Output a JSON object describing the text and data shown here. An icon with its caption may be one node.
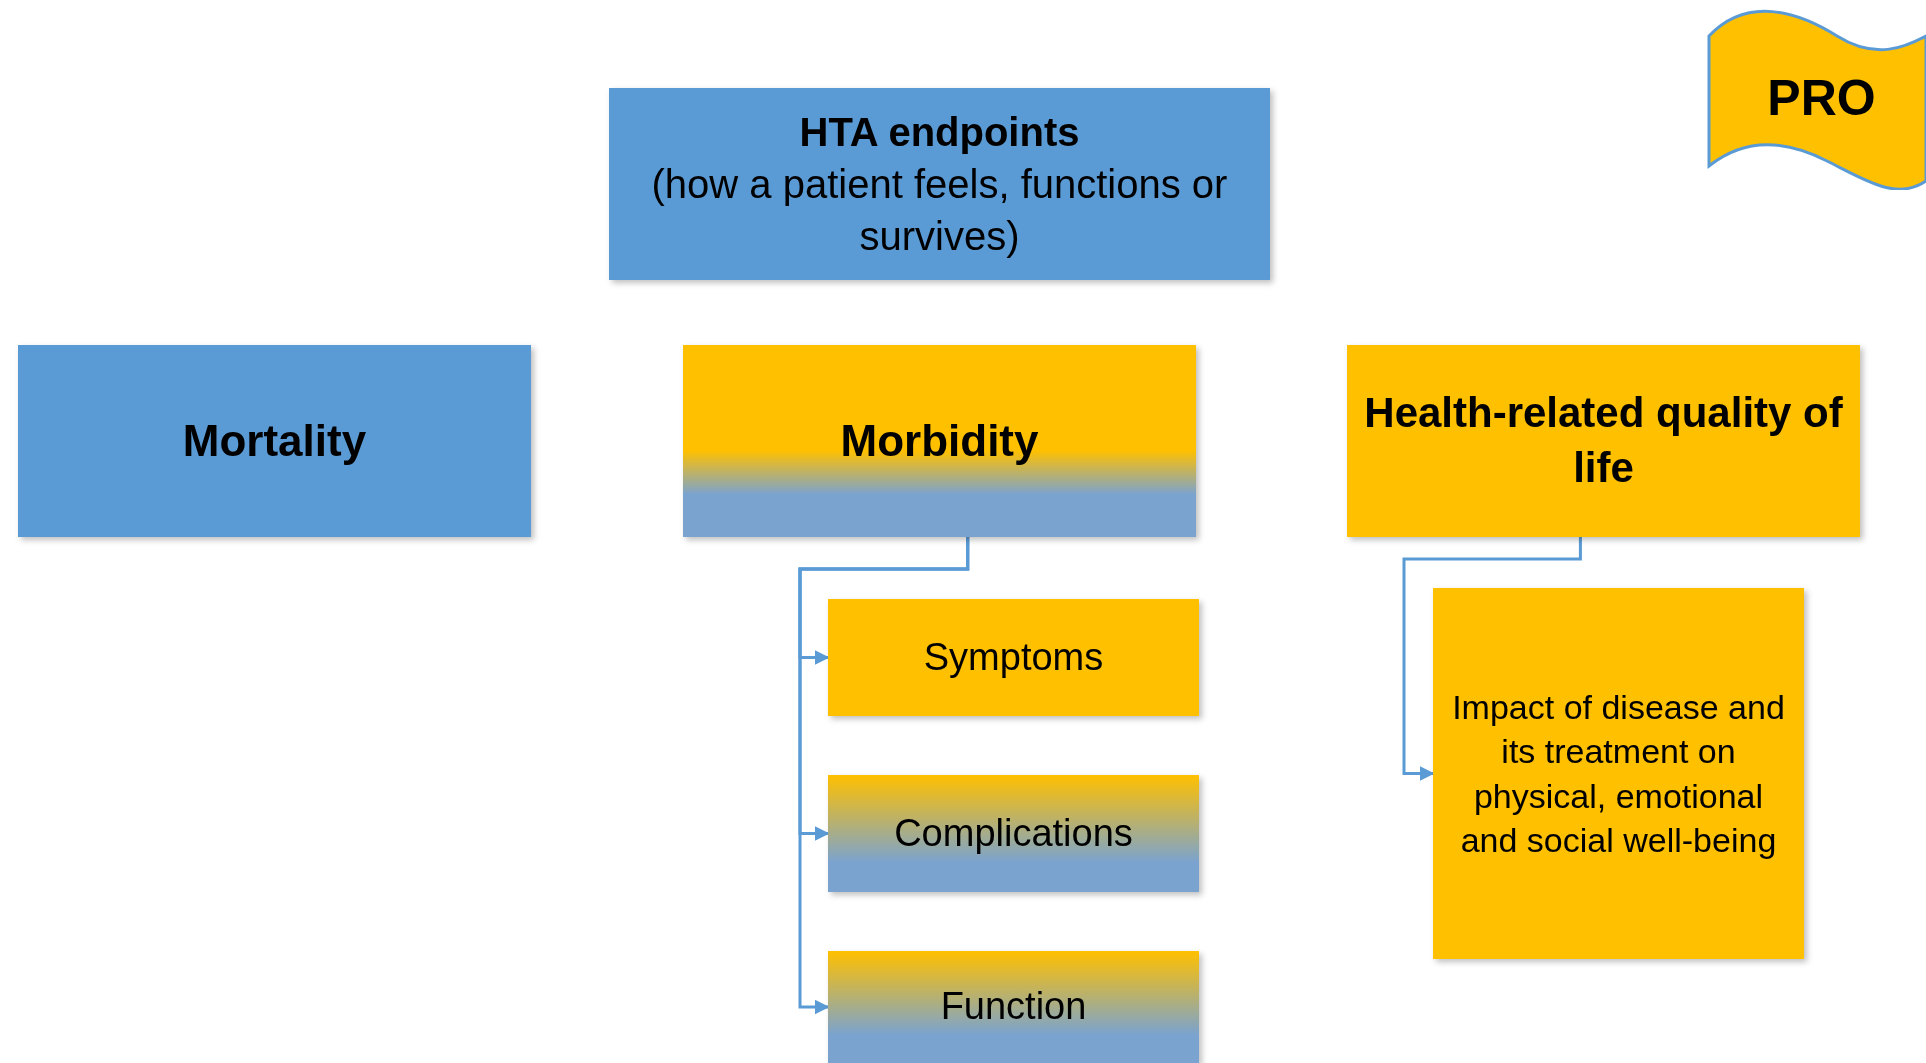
{
  "diagram": {
    "nodes": [
      {
        "text": [
          "PRO"
        ]
      },
      {
        "text": [
          "HTA endpoints",
          "(how a patient feels, functions or survives)"
        ]
      },
      {
        "text": [
          "Mortality"
        ]
      },
      {
        "text": [
          "Morbidity"
        ]
      },
      {
        "text": [
          "Health-related quality of life"
        ]
      },
      {
        "text": [
          "Symptoms"
        ]
      },
      {
        "text": [
          "Complications"
        ]
      },
      {
        "text": [
          "Function"
        ]
      },
      {
        "text": [
          "Impact of disease and its treatment on physical, emotional and social well-being"
        ]
      }
    ],
    "edges": [
      {
        "from": 3,
        "to": 5,
        "arrow": "to"
      },
      {
        "from": 3,
        "to": 6,
        "arrow": "to"
      },
      {
        "from": 3,
        "to": 7,
        "arrow": "to"
      },
      {
        "from": 4,
        "to": 8,
        "arrow": "to"
      }
    ]
  }
}
